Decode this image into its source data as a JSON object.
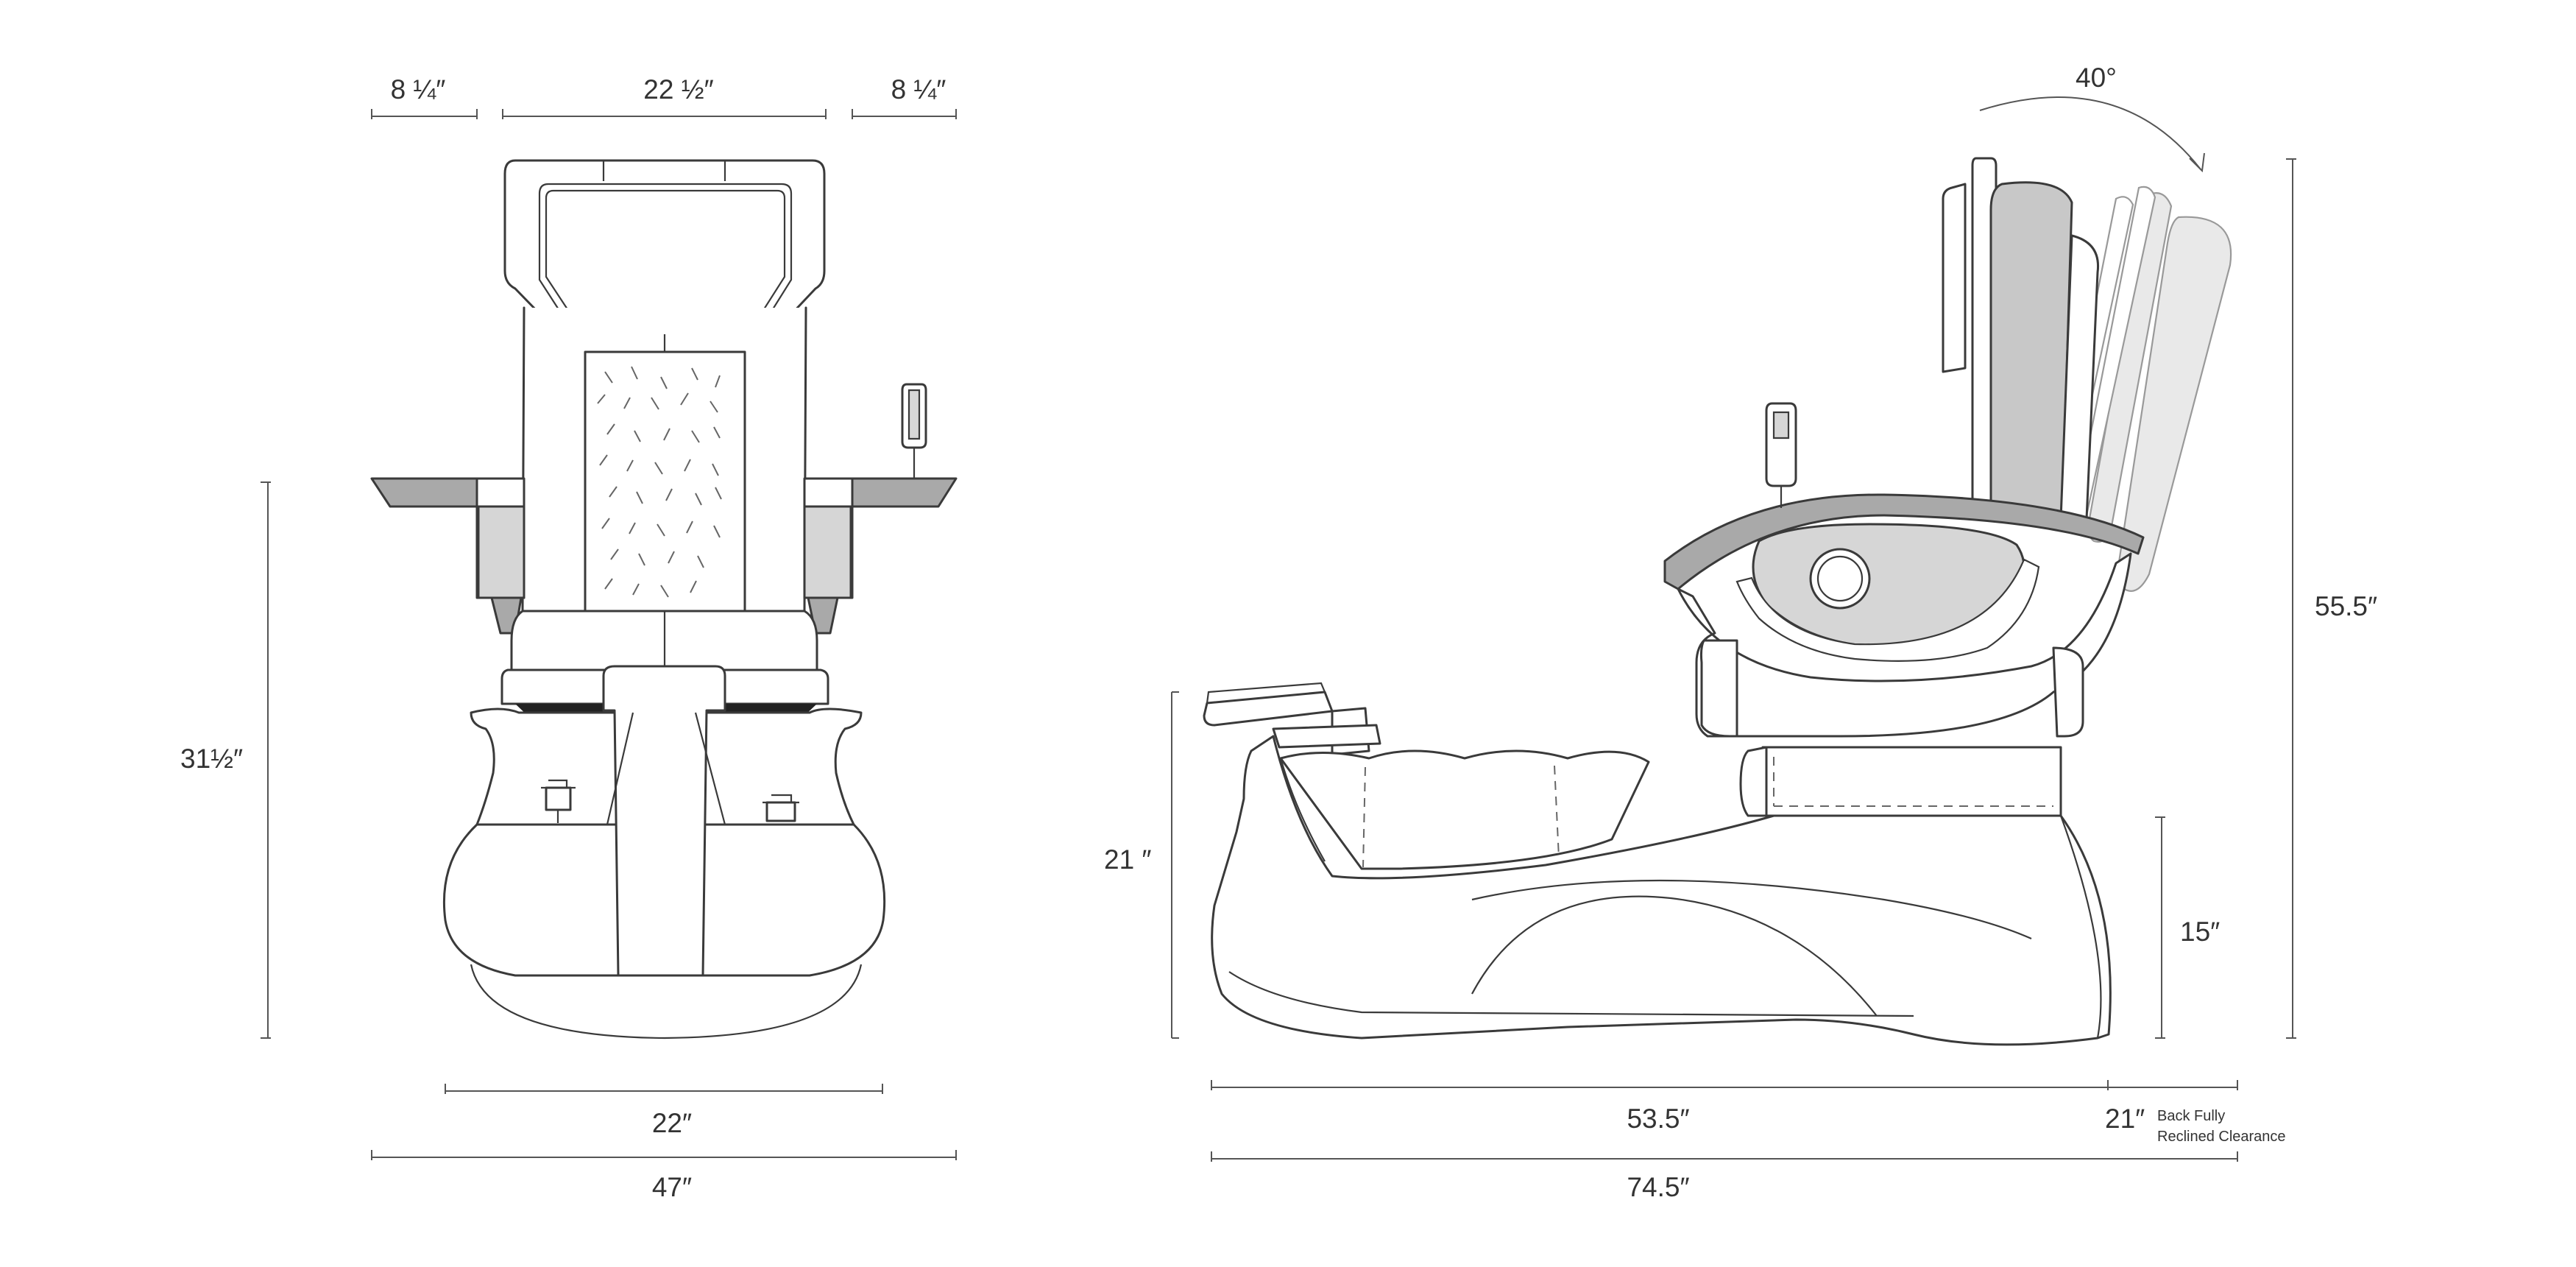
{
  "front_view": {
    "dim_left_width": "8 ¼″",
    "dim_center_width": "22 ½″",
    "dim_right_width": "8 ¼″",
    "dim_height": "31½″",
    "dim_basin_width": "22″",
    "dim_total_width": "47″"
  },
  "side_view": {
    "dim_recline_angle": "40°",
    "dim_total_height": "55.5″",
    "dim_footrest_height": "21 ″",
    "dim_seat_height": "15″",
    "dim_length": "53.5″",
    "dim_clearance": "21″",
    "clearance_note_line1": "Back Fully",
    "clearance_note_line2": "Reclined Clearance",
    "dim_total_length": "74.5″"
  },
  "colors": {
    "line": "#3a3a3a",
    "armrest_gray": "#a9a9a9",
    "cushion_gray": "#c8c8c8",
    "reclined_ghost": "#e9e9e9"
  }
}
